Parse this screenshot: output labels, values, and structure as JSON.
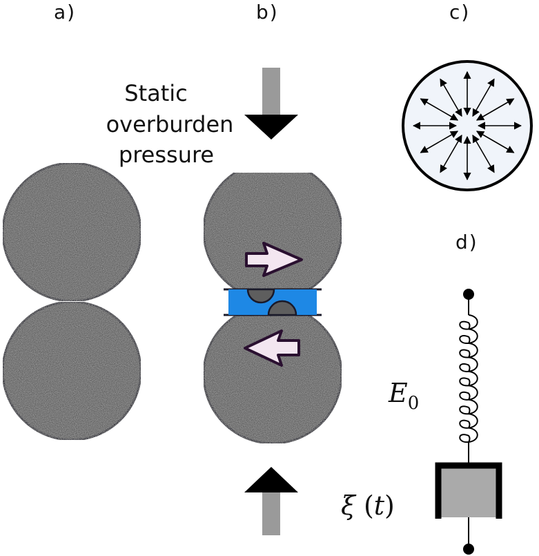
{
  "labels": {
    "a": "a)",
    "b": "b)",
    "c": "c)",
    "d": "d)"
  },
  "pressure": {
    "line1": "Static",
    "line2": "overburden",
    "line3": "pressure"
  },
  "spring": {
    "symbol": "E",
    "subscript": "0"
  },
  "damper": {
    "symbol": "ξ",
    "open_paren": "(",
    "argument": "t",
    "close_paren": ")"
  },
  "colors": {
    "grain_fill": "#5e5e5e",
    "grain_outline": "#1a1a2a",
    "contact_blue": "#1e88e5",
    "arrow_gray": "#9a9a9a",
    "arrow_head": "#000000",
    "shear_arrow_fill": "#f3e6f0",
    "shear_arrow_outline": "#2a1030",
    "circle_fill": "#f0f4fa",
    "damper_fill": "#aaaaaa"
  }
}
